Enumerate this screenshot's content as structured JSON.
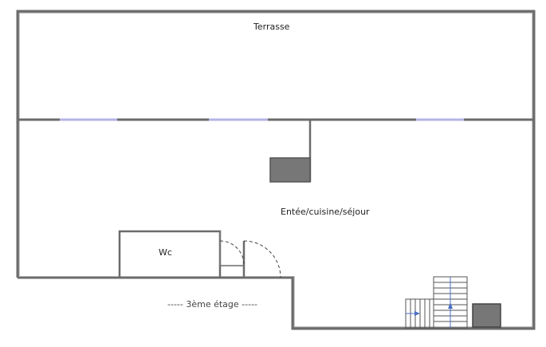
{
  "rooms": {
    "terrace": "Terrasse",
    "living": "Entée/cuisine/séjour",
    "wc": "Wc"
  },
  "level_label": "----- 3ème étage -----",
  "colors": {
    "wall": "#6b6b6b",
    "window": "#b3b3e6",
    "fixture": "#777777",
    "stair_arrow": "#4a6fc4"
  }
}
